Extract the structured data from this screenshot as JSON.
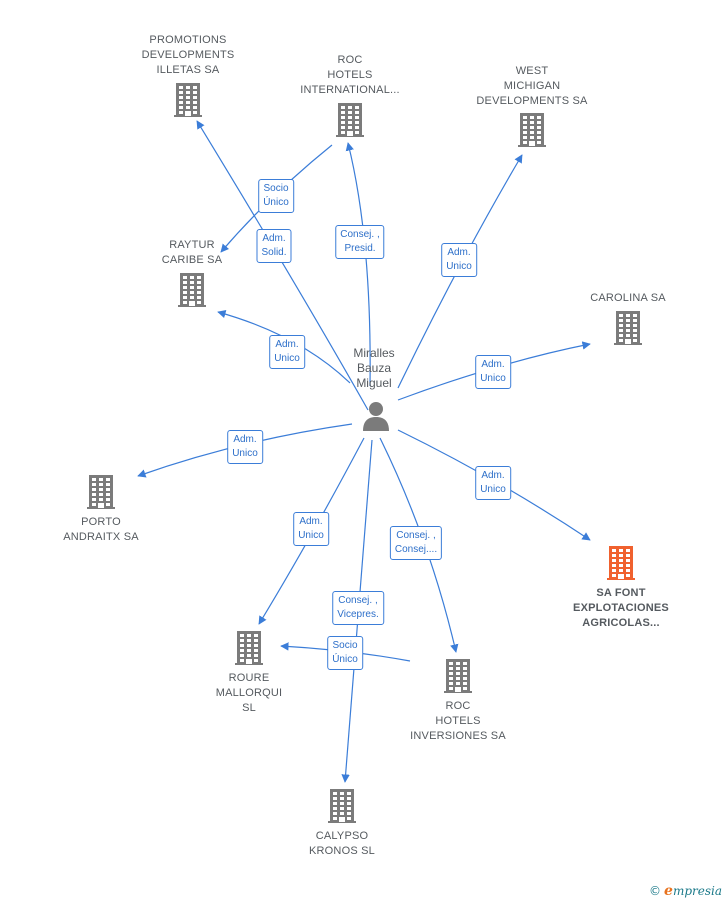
{
  "center": {
    "label": "Miralles\nBauza\nMiguel"
  },
  "nodes": [
    {
      "id": "promotions",
      "label": "PROMOTIONS\nDEVELOPMENTS\nILLETAS SA",
      "highlight": false
    },
    {
      "id": "roc_intl",
      "label": "ROC\nHOTELS\nINTERNATIONAL...",
      "highlight": false
    },
    {
      "id": "west_michigan",
      "label": "WEST\nMICHIGAN\nDEVELOPMENTS SA",
      "highlight": false
    },
    {
      "id": "raytur",
      "label": "RAYTUR\nCARIBE SA",
      "highlight": false
    },
    {
      "id": "carolina",
      "label": "CAROLINA SA",
      "highlight": false
    },
    {
      "id": "porto",
      "label": "PORTO\nANDRAITX SA",
      "highlight": false
    },
    {
      "id": "sa_font",
      "label": "SA FONT\nEXPLOTACIONES\nAGRICOLAS...",
      "highlight": true
    },
    {
      "id": "roure",
      "label": "ROURE\nMALLORQUI\nSL",
      "highlight": false
    },
    {
      "id": "roc_inv",
      "label": "ROC\nHOTELS\nINVERSIONES SA",
      "highlight": false
    },
    {
      "id": "calypso",
      "label": "CALYPSO\nKRONOS SL",
      "highlight": false
    }
  ],
  "edges": [
    {
      "id": "e_promotions",
      "label": "Adm.\nSolid."
    },
    {
      "id": "e_roc_raytur",
      "label": "Socio\nÚnico"
    },
    {
      "id": "e_roc_intl",
      "label": "Consej. ,\nPresid."
    },
    {
      "id": "e_west",
      "label": "Adm.\nUnico"
    },
    {
      "id": "e_raytur",
      "label": "Adm.\nUnico"
    },
    {
      "id": "e_carolina",
      "label": "Adm.\nUnico"
    },
    {
      "id": "e_porto",
      "label": "Adm.\nUnico"
    },
    {
      "id": "e_safont",
      "label": "Adm.\nUnico"
    },
    {
      "id": "e_roure",
      "label": "Adm.\nUnico"
    },
    {
      "id": "e_rocinv",
      "label": "Consej. ,\nConsej...."
    },
    {
      "id": "e_calypso",
      "label": "Consej. ,\nVicepres."
    },
    {
      "id": "e_rocinv_roure",
      "label": "Socio\nÚnico"
    }
  ],
  "colors": {
    "edge": "#3b7dd8",
    "building": "#7b7b7b",
    "building_highlight": "#f0612e"
  },
  "icons": {
    "company": "building-icon",
    "person": "person-icon"
  },
  "footer": {
    "copyright": "©",
    "brand_initial": "e",
    "brand_rest": "mpresia"
  }
}
